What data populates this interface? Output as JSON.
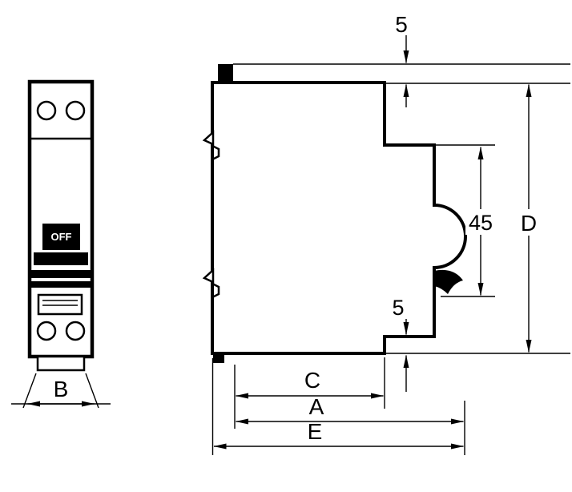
{
  "drawing": {
    "kind": "circuit-breaker-dimension-drawing",
    "front_view": {
      "switch_label": "OFF",
      "width_label": "B"
    },
    "side_view": {
      "top_clearance_label": "5",
      "bottom_clearance_label": "5",
      "rail_section_height_label": "45",
      "total_height_label": "D",
      "front_depth_label": "C",
      "mount_depth_label": "A",
      "total_depth_label": "E"
    },
    "colors": {
      "line": "#000000",
      "background": "#ffffff"
    }
  }
}
